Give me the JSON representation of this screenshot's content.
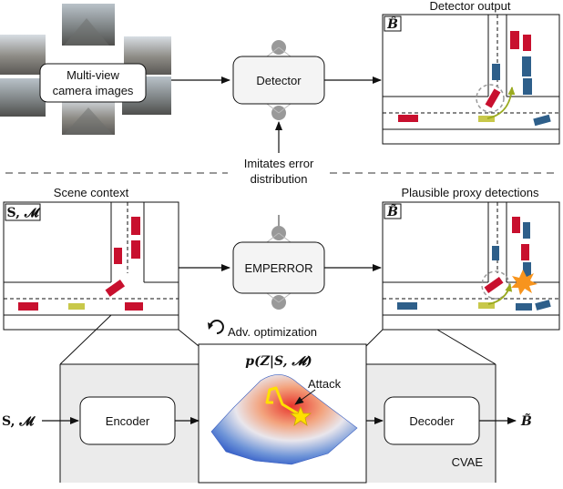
{
  "top": {
    "images_label_line1": "Multi-view",
    "images_label_line2": "camera images",
    "detector_label": "Detector",
    "detector_output_title": "Detector output",
    "detector_output_symbol": "B̂"
  },
  "middle": {
    "imitates_line1": "Imitates error",
    "imitates_line2": "distribution",
    "scene_context_title": "Scene context",
    "scene_context_symbol": "S, 𝓜",
    "emperror_label": "EMPERROR",
    "proxy_title": "Plausible proxy detections",
    "proxy_symbol": "B̃"
  },
  "bottom": {
    "adv_label": "Adv. optimization",
    "input_symbol": "S, 𝓜",
    "encoder_label": "Encoder",
    "decoder_label": "Decoder",
    "output_symbol": "B̃",
    "latent_label": "p(Z|S, 𝓜)",
    "attack_label": "Attack",
    "cvae_label": "CVAE"
  },
  "colors": {
    "red_vehicle": "#c8102e",
    "blue_vehicle": "#2e5f8a",
    "yellow_vehicle": "#c8c84a",
    "arrow_green": "#9aaa20",
    "panel_grey": "#ebebeb",
    "explosion_orange": "#f7941d",
    "star_yellow": "#ffe000"
  }
}
